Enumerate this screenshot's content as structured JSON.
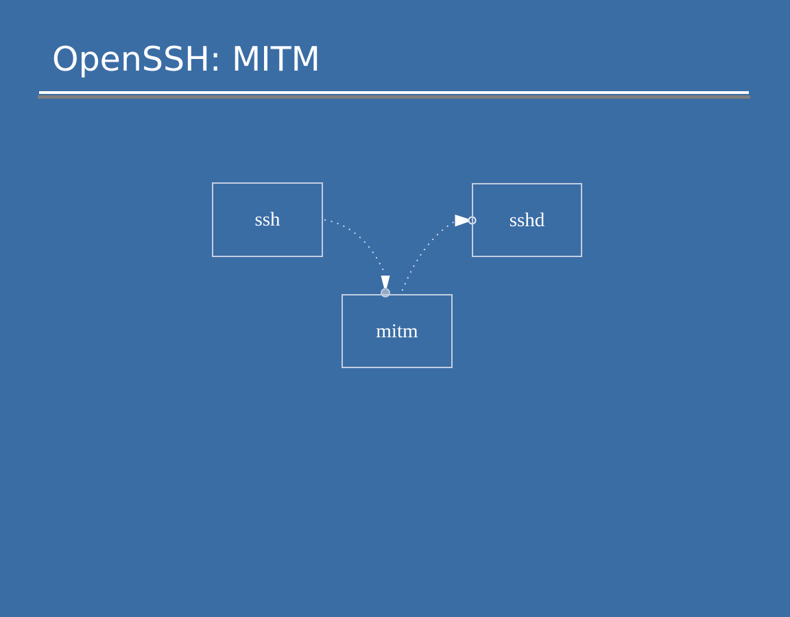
{
  "slide": {
    "title": "OpenSSH: MITM"
  },
  "colors": {
    "background": "#3B6DA5",
    "title_text": "#FFFFFF",
    "underline_white": "#FFFFFF",
    "underline_shadow": "#7E7E7E",
    "box_border": "#C3CFE0",
    "box_label": "#FFFFFF",
    "connector_dots": "#E6ECF5",
    "arrowhead": "#FFFFFF",
    "port_filled": "#93A9C6",
    "port_ring": "#CDD8E6"
  },
  "diagram": {
    "boxes": [
      {
        "id": "ssh",
        "label": "ssh"
      },
      {
        "id": "sshd",
        "label": "sshd"
      },
      {
        "id": "mitm",
        "label": "mitm"
      }
    ],
    "connectors": [
      {
        "from": "ssh",
        "to": "mitm",
        "style": "dotted",
        "arrow_end": "filled-circle-port"
      },
      {
        "from": "mitm",
        "to": "sshd",
        "style": "dotted",
        "arrow_end": "open-circle-port"
      }
    ]
  }
}
